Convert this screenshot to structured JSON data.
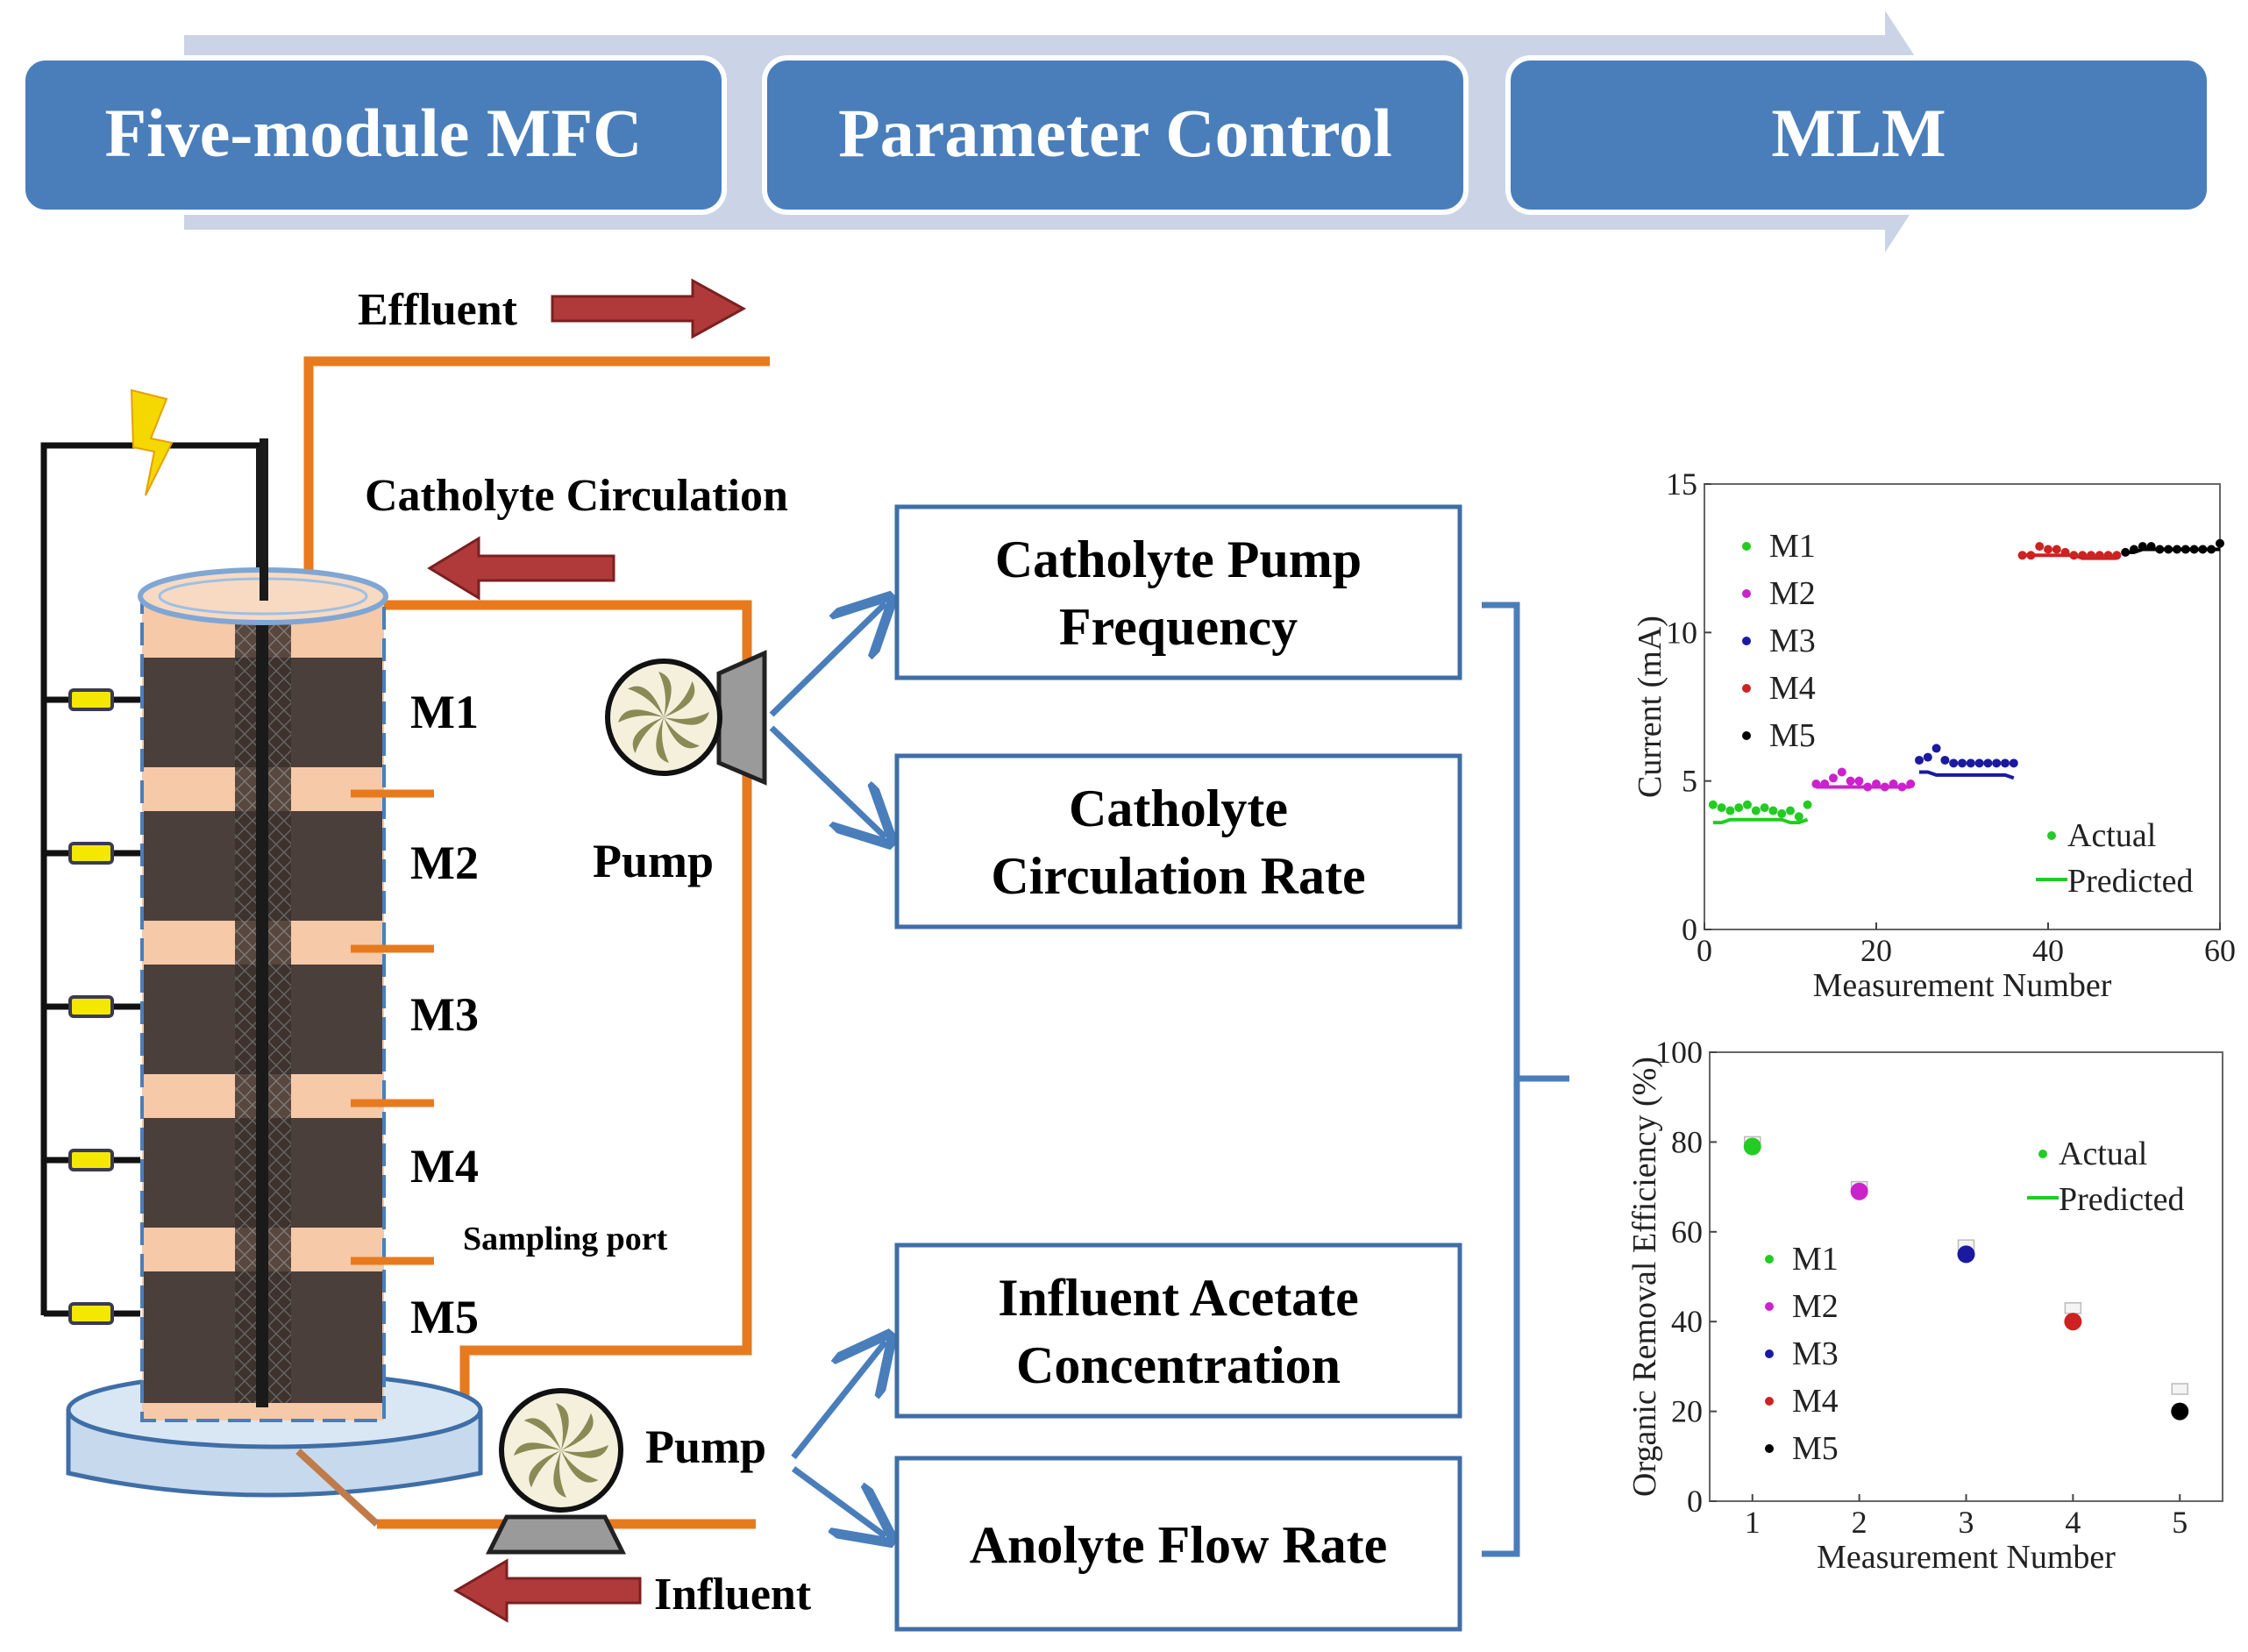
{
  "banner": {
    "steps": [
      "Five-module MFC",
      "Parameter Control",
      "MLM"
    ],
    "colors": {
      "box": "#4a7ebb",
      "arrow": "#c9d3e4"
    }
  },
  "reactor": {
    "effluent_label": "Effluent",
    "catholyte_circulation_label": "Catholyte Circulation",
    "modules": [
      "M1",
      "M2",
      "M3",
      "M4",
      "M5"
    ],
    "pump_top_label": "Pump",
    "pump_bottom_label": "Pump",
    "sampling_port_label": "Sampling port",
    "influent_label": "Influent",
    "colors": {
      "tube": "#e87a1e",
      "flow_arrow": "#b03a3a",
      "module_dark": "#4a3f3a",
      "module_light": "#f2c4a0",
      "resistor": "#f4e800"
    }
  },
  "parameters": {
    "top": [
      {
        "line1": "Catholyte Pump",
        "line2": "Frequency"
      },
      {
        "line1": "Catholyte",
        "line2": "Circulation Rate"
      }
    ],
    "bottom": [
      {
        "line1": "Influent Acetate",
        "line2": "Concentration"
      },
      {
        "line1": "Anolyte Flow Rate",
        "line2": ""
      }
    ],
    "colors": {
      "border": "#3f6ea7",
      "arrow": "#4a7ebb"
    }
  },
  "chart_data": [
    {
      "type": "scatter",
      "title": "",
      "xlabel": "Measurement Number",
      "ylabel": "Current (mA)",
      "xlim": [
        0,
        60
      ],
      "ylim": [
        0,
        15
      ],
      "xticks": [
        "0",
        "20",
        "40",
        "60"
      ],
      "yticks": [
        "0",
        "5",
        "10",
        "15"
      ],
      "legend_series": [
        "M1",
        "M2",
        "M3",
        "M4",
        "M5"
      ],
      "legend_kind": [
        "Actual",
        "Predicted"
      ],
      "series": [
        {
          "name": "M1",
          "color": "#22cc22",
          "x": [
            1,
            2,
            3,
            4,
            5,
            6,
            7,
            8,
            9,
            10,
            11,
            12
          ],
          "actual": [
            4.2,
            4.1,
            4.0,
            4.1,
            4.2,
            4.0,
            4.1,
            4.0,
            3.9,
            4.0,
            3.8,
            4.2
          ],
          "predicted": [
            3.6,
            3.6,
            3.7,
            3.7,
            3.7,
            3.7,
            3.7,
            3.7,
            3.7,
            3.6,
            3.6,
            3.7
          ]
        },
        {
          "name": "M2",
          "color": "#cc22cc",
          "x": [
            13,
            14,
            15,
            16,
            17,
            18,
            19,
            20,
            21,
            22,
            23,
            24
          ],
          "actual": [
            4.9,
            4.9,
            5.1,
            5.3,
            5.0,
            5.0,
            4.8,
            4.9,
            4.8,
            4.9,
            4.8,
            4.9
          ],
          "predicted": [
            4.8,
            4.8,
            4.8,
            4.8,
            4.8,
            4.8,
            4.8,
            4.8,
            4.8,
            4.8,
            4.8,
            4.8
          ]
        },
        {
          "name": "M3",
          "color": "#1a1aa0",
          "x": [
            25,
            26,
            27,
            28,
            29,
            30,
            31,
            32,
            33,
            34,
            35,
            36
          ],
          "actual": [
            5.7,
            5.8,
            6.1,
            5.7,
            5.6,
            5.6,
            5.6,
            5.6,
            5.6,
            5.6,
            5.6,
            5.6
          ],
          "predicted": [
            5.3,
            5.3,
            5.2,
            5.2,
            5.2,
            5.2,
            5.2,
            5.2,
            5.2,
            5.2,
            5.2,
            5.1
          ]
        },
        {
          "name": "M4",
          "color": "#cc2222",
          "x": [
            37,
            38,
            39,
            40,
            41,
            42,
            43,
            44,
            45,
            46,
            47,
            48
          ],
          "actual": [
            12.6,
            12.6,
            12.9,
            12.8,
            12.8,
            12.7,
            12.6,
            12.6,
            12.6,
            12.6,
            12.6,
            12.6
          ],
          "predicted": [
            12.6,
            12.6,
            12.6,
            12.6,
            12.6,
            12.6,
            12.6,
            12.5,
            12.5,
            12.5,
            12.5,
            12.5
          ]
        },
        {
          "name": "M5",
          "color": "#000000",
          "x": [
            49,
            50,
            51,
            52,
            53,
            54,
            55,
            56,
            57,
            58,
            59,
            60
          ],
          "actual": [
            12.7,
            12.8,
            12.9,
            12.9,
            12.8,
            12.8,
            12.8,
            12.8,
            12.8,
            12.8,
            12.8,
            13.0
          ],
          "predicted": [
            12.7,
            12.7,
            12.8,
            12.8,
            12.8,
            12.8,
            12.8,
            12.8,
            12.8,
            12.8,
            12.8,
            12.8
          ]
        }
      ]
    },
    {
      "type": "scatter",
      "title": "",
      "xlabel": "Measurement Number",
      "ylabel": "Organic Removal Efficiency (%)",
      "xlim": [
        0.6,
        5.4
      ],
      "ylim": [
        0,
        100
      ],
      "xticks": [
        "1",
        "2",
        "3",
        "4",
        "5"
      ],
      "yticks": [
        "0",
        "20",
        "40",
        "60",
        "80",
        "100"
      ],
      "legend_series": [
        "M1",
        "M2",
        "M3",
        "M4",
        "M5"
      ],
      "legend_kind": [
        "Actual",
        "Predicted"
      ],
      "series": [
        {
          "name": "M1",
          "color": "#22cc22",
          "x": [
            1
          ],
          "actual": [
            79
          ],
          "predicted": [
            80
          ]
        },
        {
          "name": "M2",
          "color": "#cc22cc",
          "x": [
            2
          ],
          "actual": [
            69
          ],
          "predicted": [
            70
          ]
        },
        {
          "name": "M3",
          "color": "#1a1aa0",
          "x": [
            3
          ],
          "actual": [
            55
          ],
          "predicted": [
            57
          ]
        },
        {
          "name": "M4",
          "color": "#cc2222",
          "x": [
            4
          ],
          "actual": [
            40
          ],
          "predicted": [
            43
          ]
        },
        {
          "name": "M5",
          "color": "#000000",
          "x": [
            5
          ],
          "actual": [
            20
          ],
          "predicted": [
            25
          ]
        }
      ]
    }
  ]
}
